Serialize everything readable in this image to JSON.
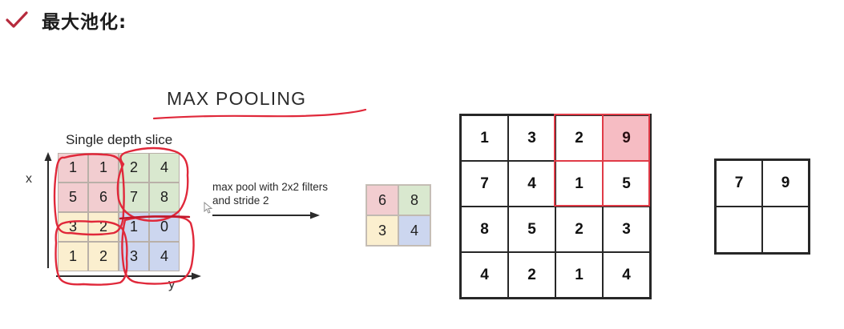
{
  "heading": {
    "icon": "check-icon",
    "text": "最大池化:"
  },
  "diagram": {
    "title": "MAX POOLING",
    "slice_caption": "Single depth slice",
    "axis_x_label": "x",
    "axis_y_label": "y",
    "pool_caption_line1": "max pool with 2x2 filters",
    "pool_caption_line2": "and stride 2",
    "cursor_icon": "cursor-pointer-icon",
    "arrow_icon": "right-arrow-icon",
    "underline_icon": "red-underline-annotation",
    "circle_icon": "red-circle-annotation"
  },
  "chart_data": {
    "type": "table",
    "title": "MAX POOLING",
    "input_matrix": {
      "name": "Single depth slice",
      "rows": [
        [
          1,
          1,
          2,
          4
        ],
        [
          5,
          6,
          7,
          8
        ],
        [
          3,
          2,
          1,
          0
        ],
        [
          1,
          2,
          3,
          4
        ]
      ],
      "quadrant_colors": {
        "top_left": "#f2cdd0",
        "top_right": "#d9e8cf",
        "bottom_left": "#fbefcf",
        "bottom_right": "#ccd6ef"
      }
    },
    "output_matrix": {
      "rows": [
        [
          6,
          8
        ],
        [
          3,
          4
        ]
      ],
      "cell_colors": [
        [
          "#f2cdd0",
          "#d9e8cf"
        ],
        [
          "#fbefcf",
          "#ccd6ef"
        ]
      ]
    },
    "example_matrix": {
      "rows": [
        [
          1,
          3,
          2,
          9
        ],
        [
          7,
          4,
          1,
          5
        ],
        [
          8,
          5,
          2,
          3
        ],
        [
          4,
          2,
          1,
          4
        ]
      ],
      "highlight_window": {
        "rows": [
          0,
          1
        ],
        "cols": [
          2,
          3
        ],
        "color": "#e03b47"
      },
      "highlight_cell": {
        "row": 0,
        "col": 3,
        "value": 9,
        "fill": "#f6bcc3"
      }
    },
    "example_output_matrix": {
      "rows": [
        [
          "7",
          "9"
        ],
        [
          "",
          ""
        ]
      ]
    }
  }
}
